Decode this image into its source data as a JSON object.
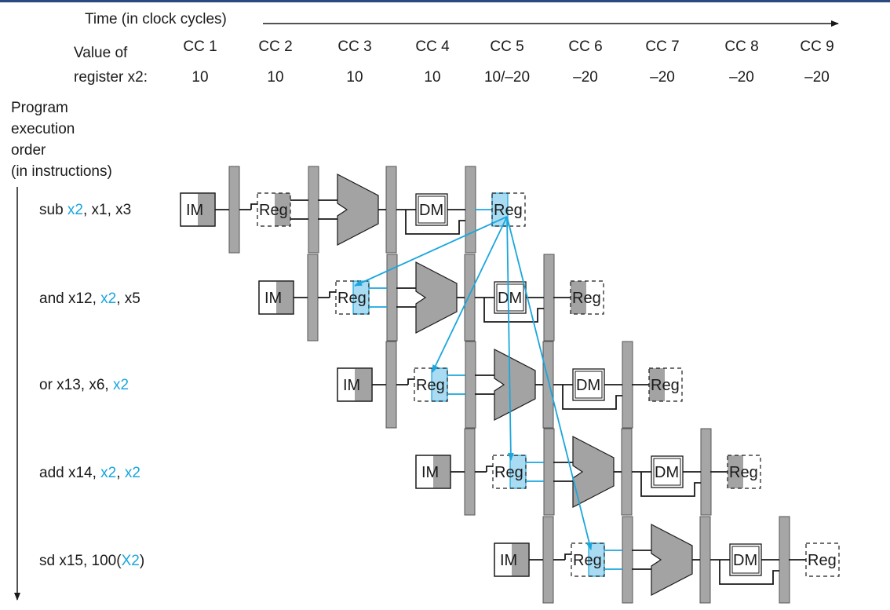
{
  "header": {
    "time_label": "Time (in clock cycles)",
    "value_label_line1": "Value of",
    "value_label_line2": "register x2:",
    "cycles": [
      "CC 1",
      "CC 2",
      "CC 3",
      "CC 4",
      "CC 5",
      "CC 6",
      "CC 7",
      "CC 8",
      "CC 9"
    ],
    "values": [
      "10",
      "10",
      "10",
      "10",
      "10/–20",
      "–20",
      "–20",
      "–20",
      "–20"
    ]
  },
  "order_label": [
    "Program",
    "execution",
    "order",
    "(in instructions)"
  ],
  "instructions": [
    {
      "parts": [
        {
          "text": "sub ",
          "hl": false
        },
        {
          "text": "x2",
          "hl": true
        },
        {
          "text": ", x1, x3",
          "hl": false
        }
      ]
    },
    {
      "parts": [
        {
          "text": "and x12, ",
          "hl": false
        },
        {
          "text": "x2",
          "hl": true
        },
        {
          "text": ", x5",
          "hl": false
        }
      ]
    },
    {
      "parts": [
        {
          "text": "or x13, x6, ",
          "hl": false
        },
        {
          "text": "x2",
          "hl": true
        }
      ]
    },
    {
      "parts": [
        {
          "text": "add x14, ",
          "hl": false
        },
        {
          "text": "x2",
          "hl": true
        },
        {
          "text": ", ",
          "hl": false
        },
        {
          "text": "x2",
          "hl": true
        }
      ]
    },
    {
      "parts": [
        {
          "text": "sd x15, 100(",
          "hl": false
        },
        {
          "text": "X2",
          "hl": true
        },
        {
          "text": ")",
          "hl": false
        }
      ]
    }
  ],
  "stage_labels": {
    "im": "IM",
    "reg": "Reg",
    "dm": "DM"
  },
  "colors": {
    "highlight": "#1aa6dd",
    "highlight_fill": "#a9dcf3",
    "stage_gray": "#a3a3a3",
    "pipe_reg": "#a6a6a6",
    "topbar": "#2a4a7f"
  }
}
